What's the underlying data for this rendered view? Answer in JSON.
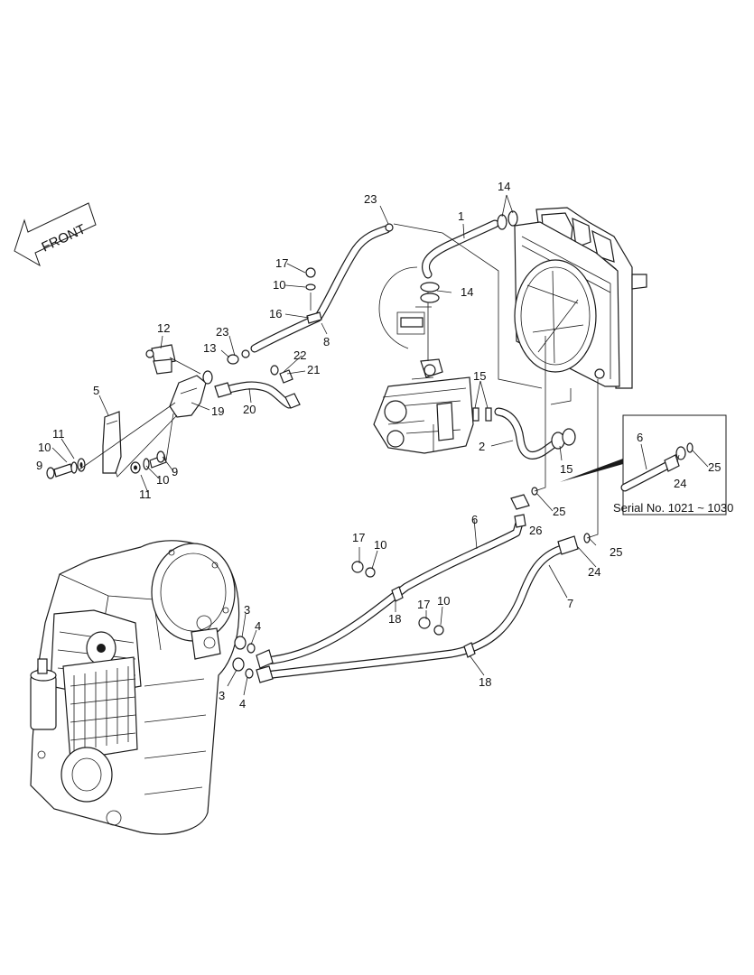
{
  "direction_arrow": {
    "label": "FRONT"
  },
  "inset": {
    "caption": "Serial No. 1021 ~ 1030"
  },
  "callouts": [
    {
      "id": "c23a",
      "text": "23"
    },
    {
      "id": "c1",
      "text": "1"
    },
    {
      "id": "c14a",
      "text": "14"
    },
    {
      "id": "c17a",
      "text": "17"
    },
    {
      "id": "c10a",
      "text": "10"
    },
    {
      "id": "c14b",
      "text": "14"
    },
    {
      "id": "c16",
      "text": "16"
    },
    {
      "id": "c8",
      "text": "8"
    },
    {
      "id": "c12",
      "text": "12"
    },
    {
      "id": "c23b",
      "text": "23"
    },
    {
      "id": "c13",
      "text": "13"
    },
    {
      "id": "c22",
      "text": "22"
    },
    {
      "id": "c21",
      "text": "21"
    },
    {
      "id": "c5",
      "text": "5"
    },
    {
      "id": "c19",
      "text": "19"
    },
    {
      "id": "c20",
      "text": "20"
    },
    {
      "id": "c15a",
      "text": "15"
    },
    {
      "id": "c2",
      "text": "2"
    },
    {
      "id": "c15b",
      "text": "15"
    },
    {
      "id": "c11a",
      "text": "11"
    },
    {
      "id": "c10b",
      "text": "10"
    },
    {
      "id": "c9a",
      "text": "9"
    },
    {
      "id": "c9b",
      "text": "9"
    },
    {
      "id": "c10c",
      "text": "10"
    },
    {
      "id": "c11b",
      "text": "11"
    },
    {
      "id": "c6a",
      "text": "6"
    },
    {
      "id": "c25a",
      "text": "25"
    },
    {
      "id": "c24a",
      "text": "24"
    },
    {
      "id": "c6b",
      "text": "6"
    },
    {
      "id": "c26",
      "text": "26"
    },
    {
      "id": "c25b",
      "text": "25"
    },
    {
      "id": "c17b",
      "text": "17"
    },
    {
      "id": "c10d",
      "text": "10"
    },
    {
      "id": "c25c",
      "text": "25"
    },
    {
      "id": "c24b",
      "text": "24"
    },
    {
      "id": "c7",
      "text": "7"
    },
    {
      "id": "c18a",
      "text": "18"
    },
    {
      "id": "c17c",
      "text": "17"
    },
    {
      "id": "c10e",
      "text": "10"
    },
    {
      "id": "c3a",
      "text": "3"
    },
    {
      "id": "c4a",
      "text": "4"
    },
    {
      "id": "c3b",
      "text": "3"
    },
    {
      "id": "c4b",
      "text": "4"
    },
    {
      "id": "c18b",
      "text": "18"
    }
  ]
}
